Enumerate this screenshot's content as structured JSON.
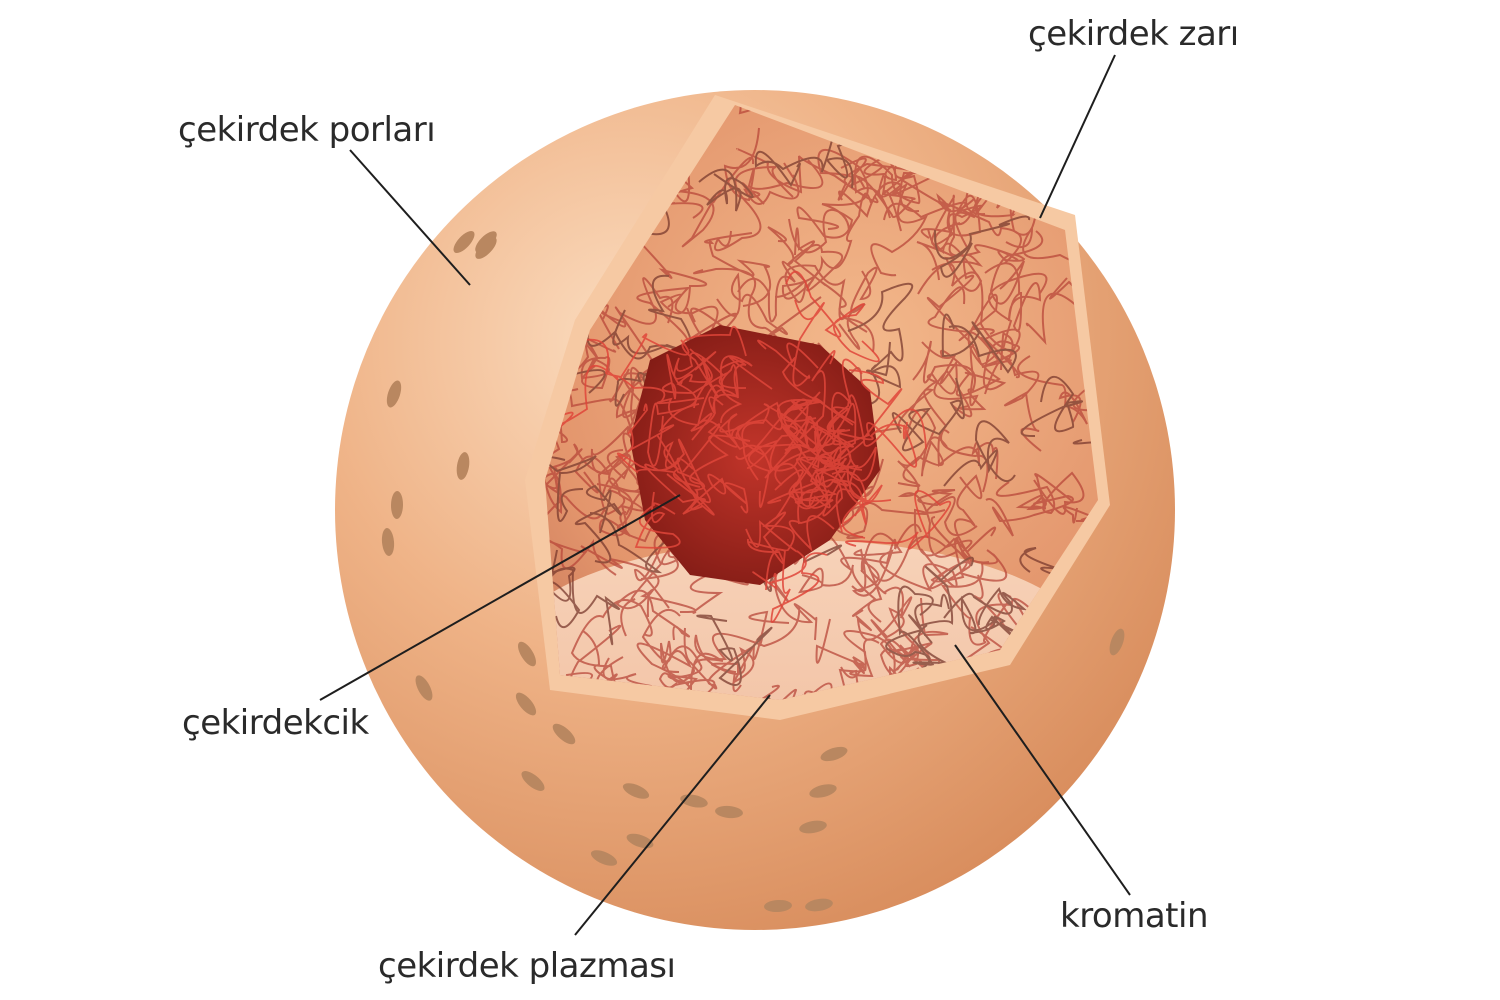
{
  "labels": {
    "membrane": "çekirdek zarı",
    "pores": "çekirdek porları",
    "nucleolus": "çekirdekcik",
    "nucleoplasm": "çekirdek plazması",
    "chromatin": "kromatin"
  },
  "colors": {
    "membrane": "#e9a676",
    "membrane_light": "#f8d2b0",
    "pore": "#b98760",
    "interior": "#e8a079",
    "nucleolus": "#a4241c",
    "fiber": "#b8473a",
    "leader": "#1e1e1e"
  }
}
